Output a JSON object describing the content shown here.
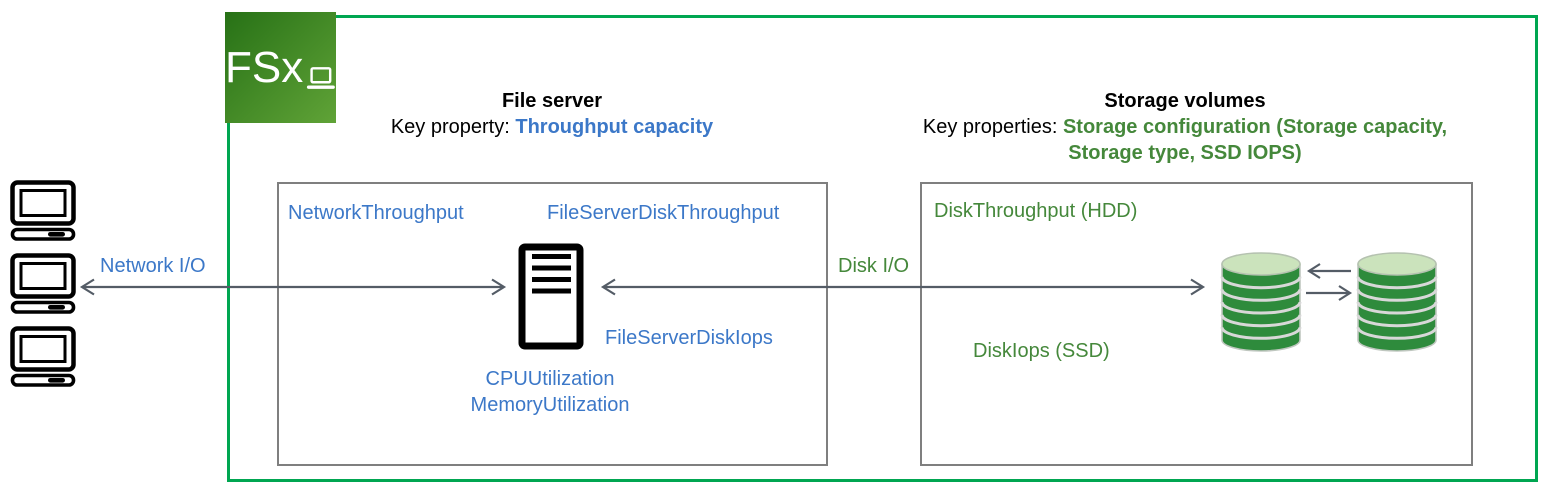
{
  "logo": {
    "label": "FSx"
  },
  "file_server": {
    "title": "File server",
    "key_property_label": "Key property:",
    "key_property_value": "Throughput capacity",
    "metrics": {
      "network_throughput": "NetworkThroughput",
      "disk_throughput": "FileServerDiskThroughput",
      "disk_iops": "FileServerDiskIops",
      "cpu": "CPUUtilization",
      "memory": "MemoryUtilization"
    }
  },
  "storage": {
    "title": "Storage volumes",
    "key_properties_label": "Key properties:",
    "key_properties_value": "Storage configuration (Storage capacity, Storage type, SSD IOPS)",
    "metrics": {
      "disk_throughput_hdd": "DiskThroughput (HDD)",
      "disk_iops_ssd": "DiskIops (SSD)"
    }
  },
  "arrows": {
    "network_label": "Network I/O",
    "disk_label": "Disk I/O"
  },
  "icons": {
    "logo_laptop": "laptop-icon",
    "clients": "desktop-computer-icon",
    "file_server": "server-tower-icon",
    "storage": "disk-stack-icon"
  },
  "colors": {
    "boundary_green": "#00A651",
    "logo_gradient_start": "#277116",
    "logo_gradient_end": "#60A337",
    "metric_blue": "#3C78C8",
    "metric_green": "#45883B",
    "box_border_gray": "#7F7F7F",
    "arrow_gray": "#545C66",
    "disk_body_green": "#2E8B3C",
    "disk_top_green": "#CBE3BC"
  }
}
